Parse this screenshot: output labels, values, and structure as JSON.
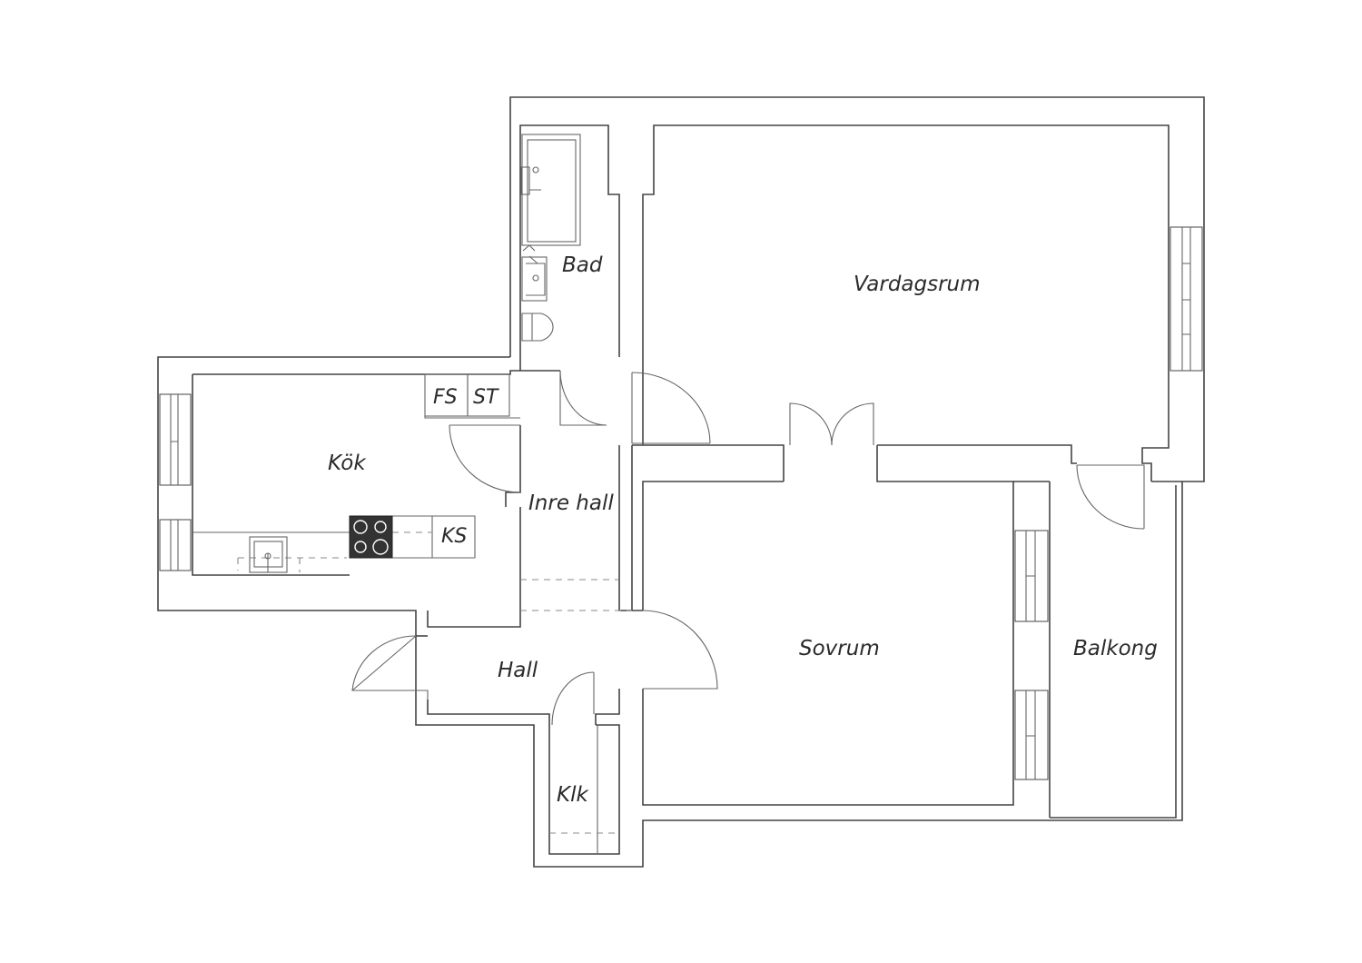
{
  "plan": {
    "colors": {
      "wall": "#444444",
      "fill": "#ffffff",
      "stove": "#333333"
    },
    "rooms": {
      "bad": "Bad",
      "vardagsrum": "Vardagsrum",
      "kok": "Kök",
      "inre_hall": "Inre hall",
      "sovrum": "Sovrum",
      "balkong": "Balkong",
      "hall": "Hall",
      "klk": "Klk"
    },
    "fixtures": {
      "fs": "FS",
      "st": "ST",
      "ks": "KS"
    }
  }
}
